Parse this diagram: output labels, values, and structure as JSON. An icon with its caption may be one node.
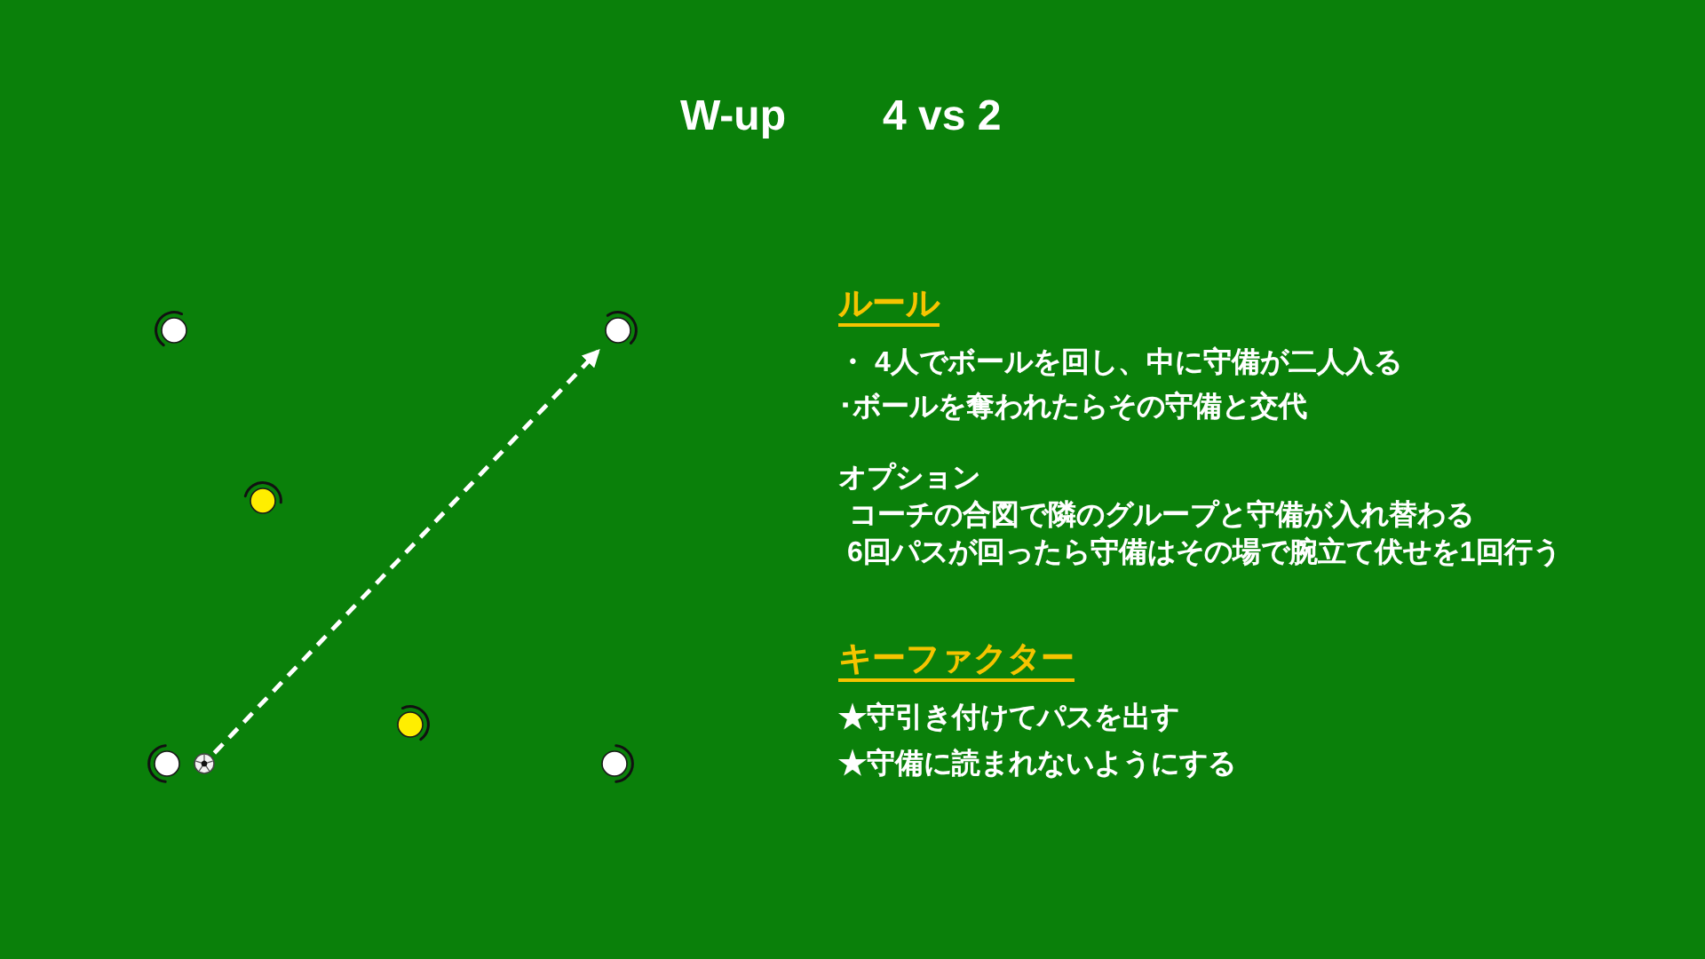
{
  "diagram": {
    "title": "W-up",
    "nodes": [
      {
        "text": [],
        "shape": "circle"
      },
      {
        "text": [],
        "shape": "circle"
      },
      {
        "text": [],
        "shape": "circle"
      },
      {
        "text": [],
        "shape": "circle"
      },
      {
        "text": [],
        "shape": "circle"
      },
      {
        "text": [],
        "shape": "ball"
      },
      {
        "text": [],
        "shape": "circle"
      }
    ],
    "edges": [
      {
        "from": 5,
        "to": 1,
        "arrow": "to",
        "style": "dashed"
      }
    ],
    "labels": [
      "4 vs 2",
      "ルール",
      "・ 4人でボールを回し、中に守備が二人入る",
      "･ボールを奪われたらその守備と交代",
      "オプション",
      "コーチの合図で隣のグループと守備が入れ替わる",
      "6回パスが回ったら守備はその場で腕立て伏せを1回行う",
      "キーファクター",
      "★守引き付けてパスを出す",
      "★守備に読まれないようにする"
    ]
  }
}
